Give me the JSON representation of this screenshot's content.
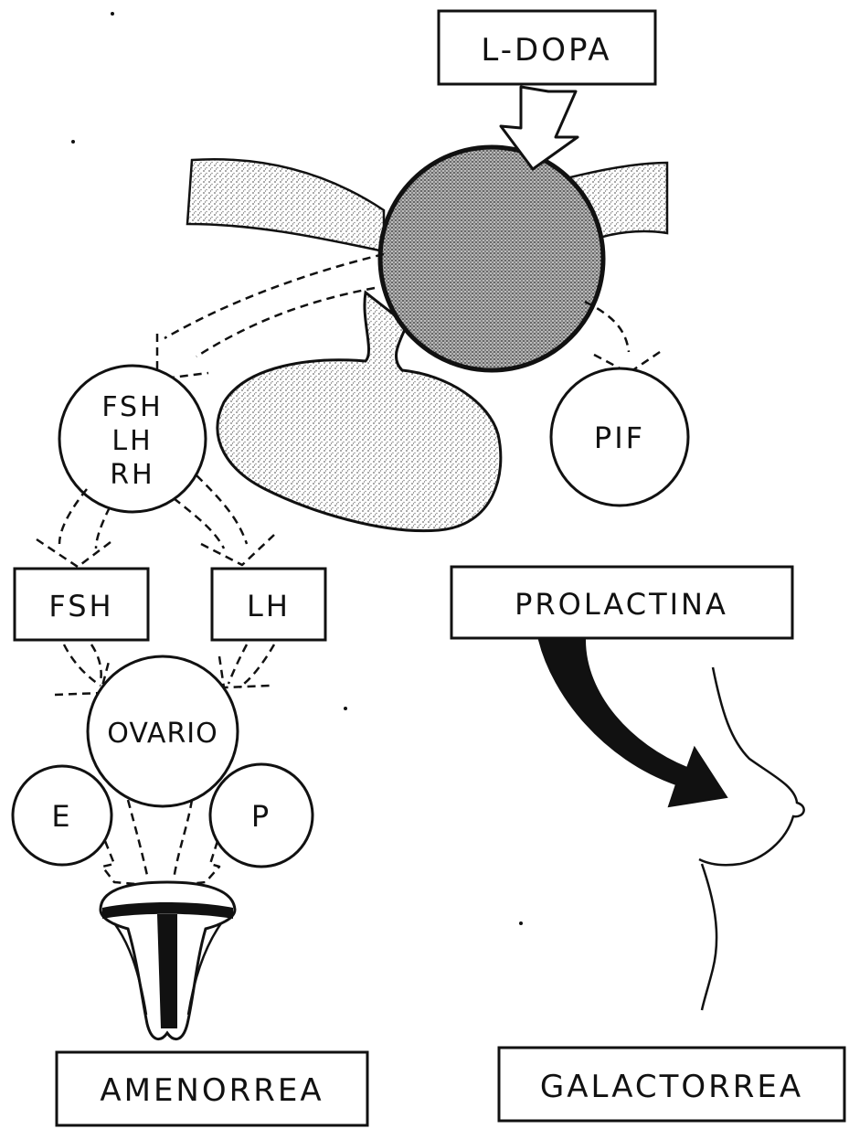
{
  "labels": {
    "ldopa": "L-DOPA",
    "fsh_lh_rh_line1": "FSH",
    "fsh_lh_rh_line2": "LH",
    "fsh_lh_rh_line3": "RH",
    "pif": "PIF",
    "fsh": "FSH",
    "lh": "LH",
    "prolactina": "PROLACTINA",
    "ovario": "OVARIO",
    "e": "E",
    "p": "P",
    "amenorrea": "AMENORREA",
    "galactorrea": "GALACTORREA"
  },
  "colors": {
    "ink": "#111111",
    "paper": "#ffffff",
    "stipple": "#8a8a8a"
  }
}
